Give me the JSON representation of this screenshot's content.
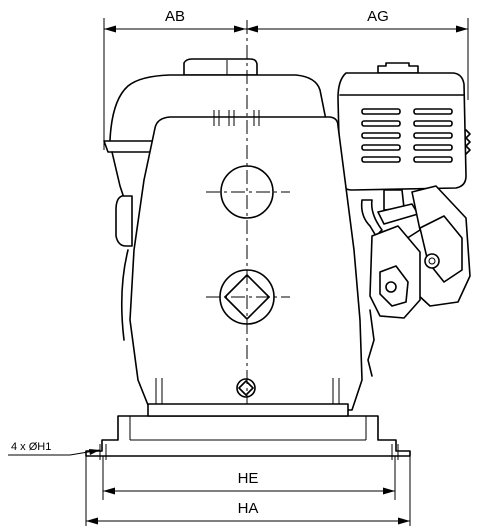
{
  "dimensions": {
    "ab": "AB",
    "ag": "AG",
    "he": "HE",
    "ha": "HA",
    "holes": "4 x ØH1"
  }
}
